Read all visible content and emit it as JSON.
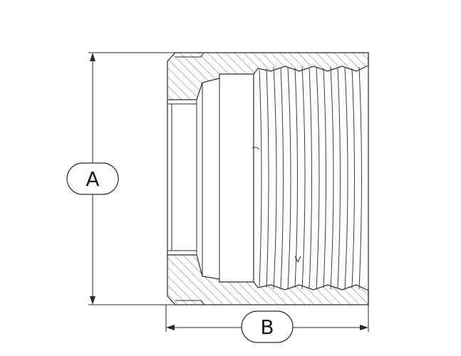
{
  "diagram": {
    "dimensions": [
      {
        "id": "dimension-a",
        "label": "A"
      },
      {
        "id": "dimension-b",
        "label": "B"
      }
    ]
  },
  "colors": {
    "stroke": "#2a2a2a",
    "hatch": "#6e6e6e",
    "background": "#ffffff"
  }
}
